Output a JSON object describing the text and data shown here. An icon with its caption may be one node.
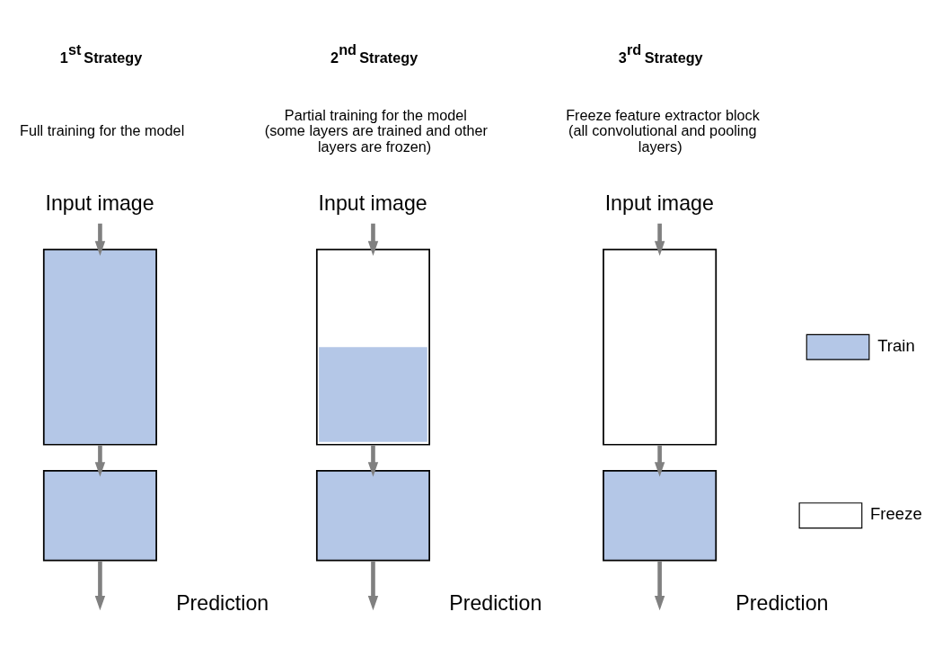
{
  "diagram": {
    "nodes": [
      {
        "text": [
          "Input image"
        ]
      },
      {
        "text": [],
        "shape": "box"
      },
      {
        "text": [],
        "shape": "box",
        "beside": [
          "Prediction"
        ]
      },
      {
        "text": [
          "Input image"
        ]
      },
      {
        "text": [],
        "shape": "box"
      },
      {
        "text": [],
        "shape": "box",
        "beside": [
          "Prediction"
        ]
      },
      {
        "text": [
          "Input image"
        ]
      },
      {
        "text": [],
        "shape": "box"
      },
      {
        "text": [],
        "shape": "box",
        "beside": [
          "Prediction"
        ]
      }
    ],
    "edges": [
      {
        "from": 0,
        "to": 1,
        "arrow": "to"
      },
      {
        "from": 1,
        "to": 2,
        "arrow": "to"
      },
      {
        "from": 2,
        "to": null,
        "arrow": "to"
      },
      {
        "from": 3,
        "to": 4,
        "arrow": "to"
      },
      {
        "from": 4,
        "to": 5,
        "arrow": "to"
      },
      {
        "from": 5,
        "to": null,
        "arrow": "to"
      },
      {
        "from": 6,
        "to": 7,
        "arrow": "to"
      },
      {
        "from": 7,
        "to": 8,
        "arrow": "to"
      },
      {
        "from": 8,
        "to": null,
        "arrow": "to"
      }
    ],
    "labels": [
      "1$^{st}$ Strategy",
      "Full training for the model",
      "2$^{nd}$ Strategy",
      "Partial training for the model (some layers are trained and other layers are frozen)",
      "3$^{rd}$ Strategy",
      "Freeze feature extractor block (all convolutional and pooling layers)"
    ],
    "legend": [
      {
        "text": "Train",
        "color": "#b4c7e7"
      },
      {
        "text": "Freeze",
        "color": "#ffffff"
      }
    ]
  }
}
